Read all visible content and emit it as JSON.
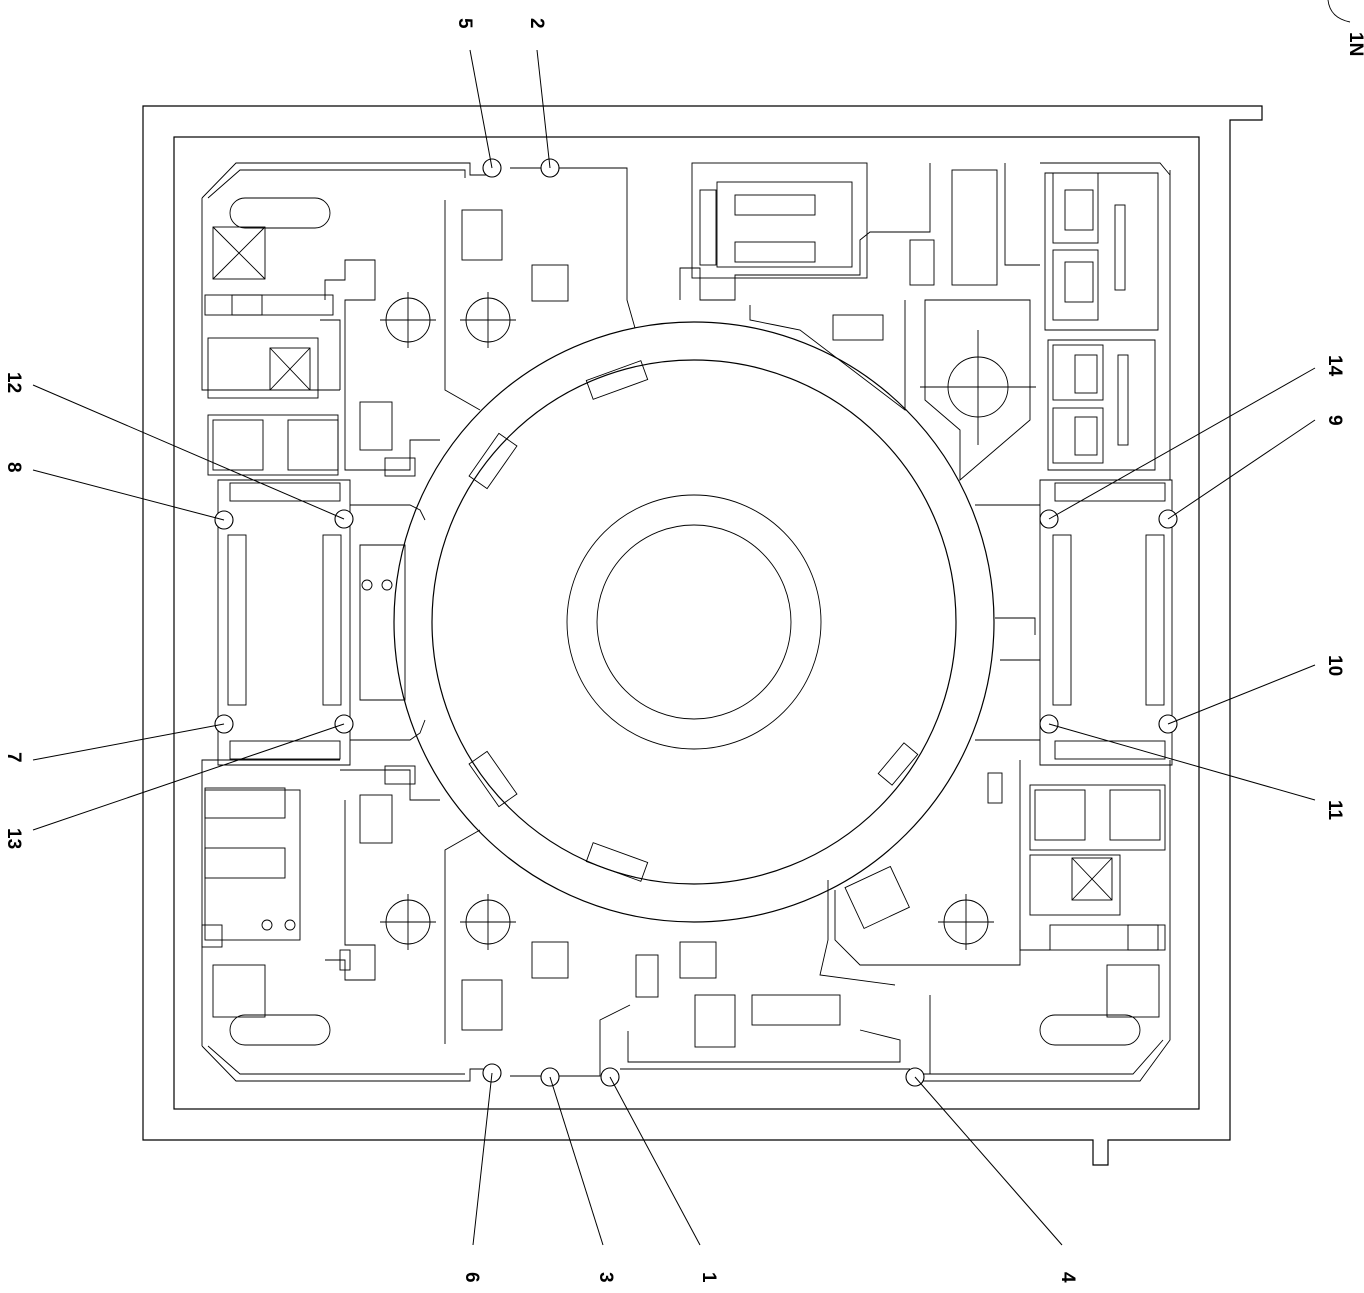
{
  "diagram": {
    "labels": [
      {
        "id": "1",
        "text": "1"
      },
      {
        "id": "2",
        "text": "2"
      },
      {
        "id": "3",
        "text": "3"
      },
      {
        "id": "4",
        "text": "4"
      },
      {
        "id": "5",
        "text": "5"
      },
      {
        "id": "6",
        "text": "6"
      },
      {
        "id": "7",
        "text": "7"
      },
      {
        "id": "8",
        "text": "8"
      },
      {
        "id": "9",
        "text": "9"
      },
      {
        "id": "10",
        "text": "10"
      },
      {
        "id": "11",
        "text": "11"
      },
      {
        "id": "12",
        "text": "12"
      },
      {
        "id": "13",
        "text": "13"
      },
      {
        "id": "14",
        "text": "14"
      }
    ],
    "north_mark": "1N"
  }
}
